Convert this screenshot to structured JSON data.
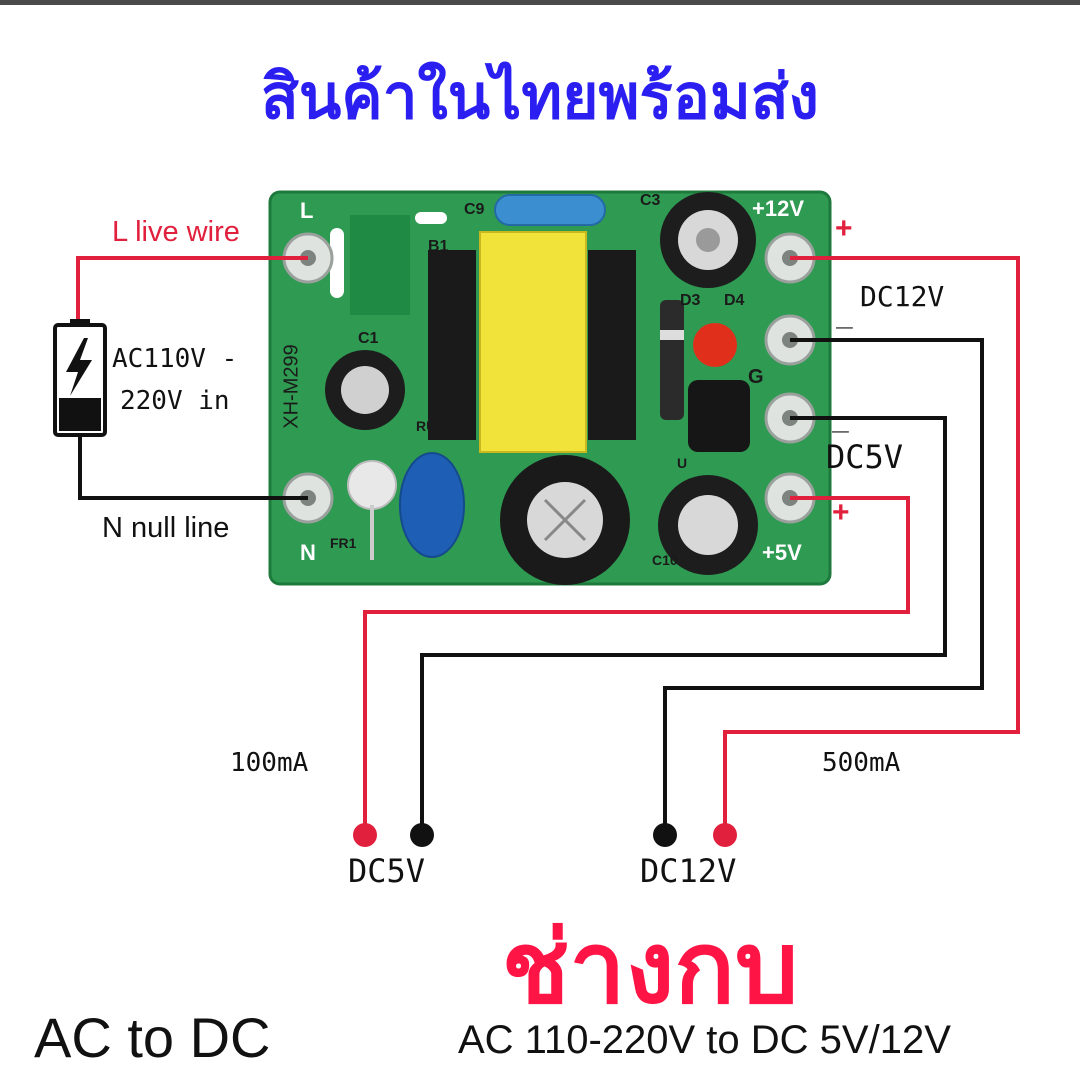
{
  "headline": "สินค้าในไทยพร้อมส่ง",
  "brand": "ช่างกบ",
  "left_labels": {
    "live_wire": "L live wire",
    "null_line": "N null line",
    "ac_in_line1": "AC110V -",
    "ac_in_line2": "220V in"
  },
  "right_labels": {
    "plus_top": "+",
    "dc12v": "DC12V",
    "minus_top": "_",
    "minus_mid": "_",
    "dc5v": "DC5V",
    "plus_bottom": "+"
  },
  "current_labels": {
    "left": "100mA",
    "right": "500mA"
  },
  "output_labels": {
    "dc5v": "DC5V",
    "dc12v": "DC12V"
  },
  "board_silkscreen": {
    "l": "L",
    "n": "N",
    "c9": "C9",
    "c3": "C3",
    "plus12v": "+12V",
    "b1": "B1",
    "c1": "C1",
    "model": "XH-M299",
    "d3": "D3",
    "d4": "D4",
    "g": "G",
    "ru": "RU",
    "fr1": "FR1",
    "u": "U",
    "c10": "C10",
    "plus5v": "+5V"
  },
  "footer": {
    "left": "AC to DC",
    "right": "AC 110-220V to DC 5V/12V"
  },
  "colors": {
    "headline": "#2a1ff0",
    "brand": "#ff1446",
    "wire_red": "#e0203c",
    "wire_black": "#111111",
    "pcb": "#2f9a52",
    "transformer": "#f2e33a"
  }
}
